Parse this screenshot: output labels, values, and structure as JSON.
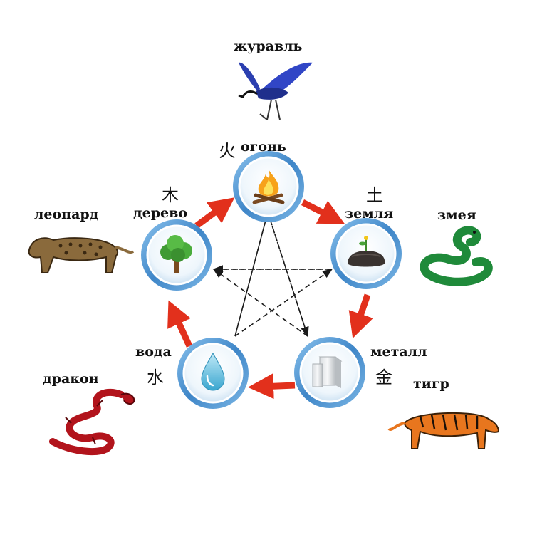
{
  "elements": {
    "fire": {
      "name": "огонь",
      "glyph": "火"
    },
    "earth": {
      "name": "земля",
      "glyph": "土"
    },
    "metal": {
      "name": "металл",
      "glyph": "金"
    },
    "water": {
      "name": "вода",
      "glyph": "水"
    },
    "wood": {
      "name": "дерево",
      "glyph": "木"
    }
  },
  "animals": {
    "crane": {
      "name": "журавль"
    },
    "snake": {
      "name": "змея"
    },
    "tiger": {
      "name": "тигр"
    },
    "dragon": {
      "name": "дракон"
    },
    "leopard": {
      "name": "леопард"
    }
  },
  "colors": {
    "cycle_arrow": "#e2301c",
    "star_lines": "#1a1a1a",
    "ring": "#5a9fd4",
    "crane": "#2b3fb0",
    "snake": "#1f8a3a",
    "tiger": "#e8761e",
    "dragon": "#b2141c",
    "leopard": "#8a6a3c"
  },
  "icons": {
    "fire": "campfire-icon",
    "earth": "soil-sprout-icon",
    "metal": "metal-ingot-icon",
    "water": "water-drop-icon",
    "wood": "tree-icon"
  }
}
